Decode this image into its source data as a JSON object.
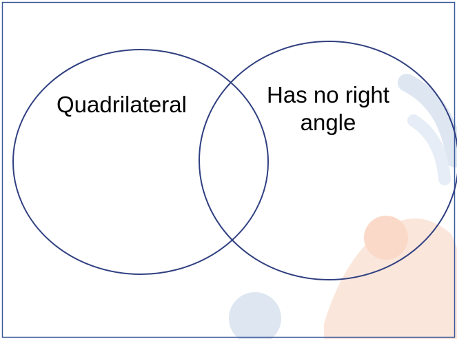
{
  "venn": {
    "left_set_label": "Quadrilateral",
    "right_set_label_line1": "Has no right",
    "right_set_label_line2": "angle"
  },
  "colors": {
    "frame": "#3a5a9a",
    "circle_stroke": "#2f3f80",
    "watermark_blue": "#dde6f1",
    "watermark_orange": "#fbe6dc",
    "background": "#ffffff"
  }
}
